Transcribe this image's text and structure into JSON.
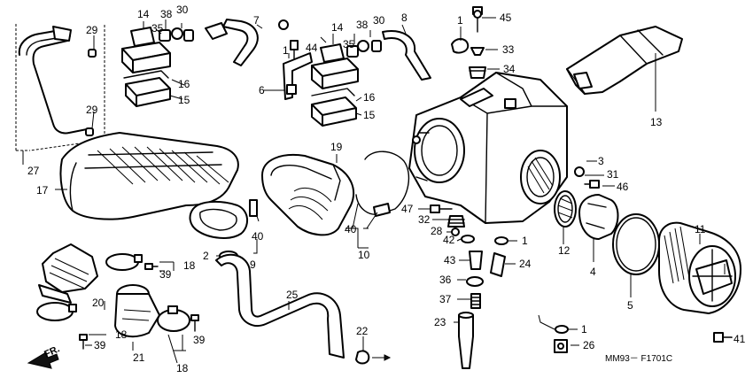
{
  "diagram_code": "MM93－ F1701C",
  "direction_label": "FR.",
  "callouts": {
    "c14a": "14",
    "c38a": "38",
    "c30a": "30",
    "c35a": "35",
    "c7": "7",
    "c29a": "29",
    "c29b": "29",
    "c16a": "16",
    "c15a": "15",
    "c27": "27",
    "c17": "17",
    "c1a": "1",
    "c44": "44",
    "c6": "6",
    "c14b": "14",
    "c38b": "38",
    "c30b": "30",
    "c35b": "35",
    "c16b": "16",
    "c15b": "15",
    "c8": "8",
    "c1b": "1",
    "c45": "45",
    "c33": "33",
    "c34": "34",
    "c13": "13",
    "c19": "19",
    "c40a": "40",
    "c40b": "40",
    "c9": "9",
    "c10": "10",
    "c2": "2",
    "c3": "3",
    "c31": "31",
    "c46": "46",
    "c47": "47",
    "c32": "32",
    "c28": "28",
    "c42": "42",
    "c1c": "1",
    "c43": "43",
    "c24": "24",
    "c36": "36",
    "c37": "37",
    "c23": "23",
    "c1d": "1",
    "c26": "26",
    "c12": "12",
    "c4": "4",
    "c5": "5",
    "c11": "11",
    "c41": "41",
    "c18a": "18",
    "c39a": "39",
    "c20": "20",
    "c18b": "18",
    "c39b": "39",
    "c21": "21",
    "c39c": "39",
    "c18c": "18",
    "c25": "25",
    "c22": "22"
  }
}
